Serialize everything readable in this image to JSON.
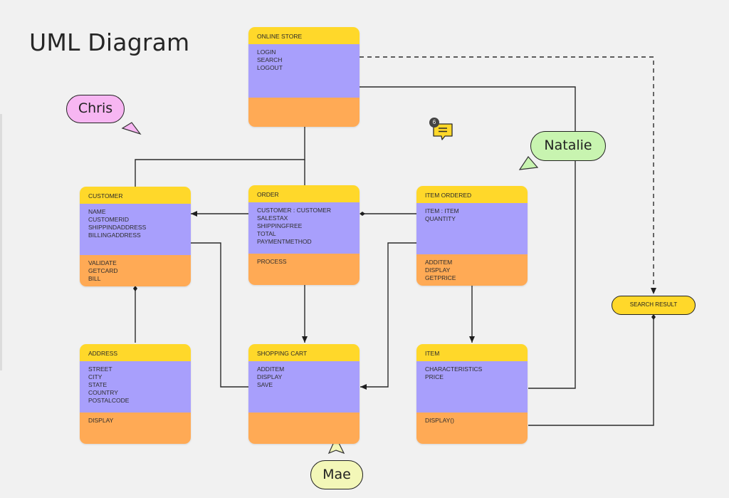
{
  "title": "UML Diagram",
  "classes": {
    "online_store": {
      "header": "ONLINE STORE",
      "attributes": [
        "LOGIN",
        "SEARCH",
        "LOGOUT"
      ],
      "operations": []
    },
    "customer": {
      "header": "CUSTOMER",
      "attributes": [
        "NAME",
        "CUSTOMERID",
        "SHIPPINDADDRESS",
        "BILLINGADDRESS"
      ],
      "operations": [
        "VALIDATE",
        "GETCARD",
        "BILL"
      ]
    },
    "order": {
      "header": "ORDER",
      "attributes": [
        "CUSTOMER : CUSTOMER",
        "SALESTAX",
        "SHIPPINGFREE",
        "TOTAL",
        "PAYMENTMETHOD"
      ],
      "operations": [
        "PROCESS"
      ]
    },
    "item_ordered": {
      "header": "ITEM ORDERED",
      "attributes": [
        "ITEM : ITEM",
        "QUANTITY"
      ],
      "operations": [
        "ADDITEM",
        "DISPLAY",
        "GETPRICE"
      ]
    },
    "address": {
      "header": "ADDRESS",
      "attributes": [
        "STREET",
        "CITY",
        "STATE",
        "COUNTRY",
        "POSTALCODE"
      ],
      "operations": [
        "DISPLAY"
      ]
    },
    "shopping_cart": {
      "header": "SHOPPING CART",
      "attributes": [
        "ADDITEM",
        "DISPLAY",
        "SAVE"
      ],
      "operations": []
    },
    "item": {
      "header": "ITEM",
      "attributes": [
        "CHARACTERISTICS",
        "PRICE"
      ],
      "operations": [
        "DISPLAY()"
      ]
    }
  },
  "search_result": "SEARCH RESULT",
  "collaborators": {
    "chris": "Chris",
    "natalie": "Natalie",
    "mae": "Mae"
  },
  "comment_count": "6",
  "colors": {
    "header": "#ffd82a",
    "attributes": "#a89ffc",
    "operations": "#ffaa55",
    "chris": "#f7b6f2",
    "natalie": "#c8f4b0",
    "mae": "#f3f7b8"
  },
  "icons": {
    "comment": "comment-icon",
    "cursor": "cursor-arrow-icon"
  }
}
